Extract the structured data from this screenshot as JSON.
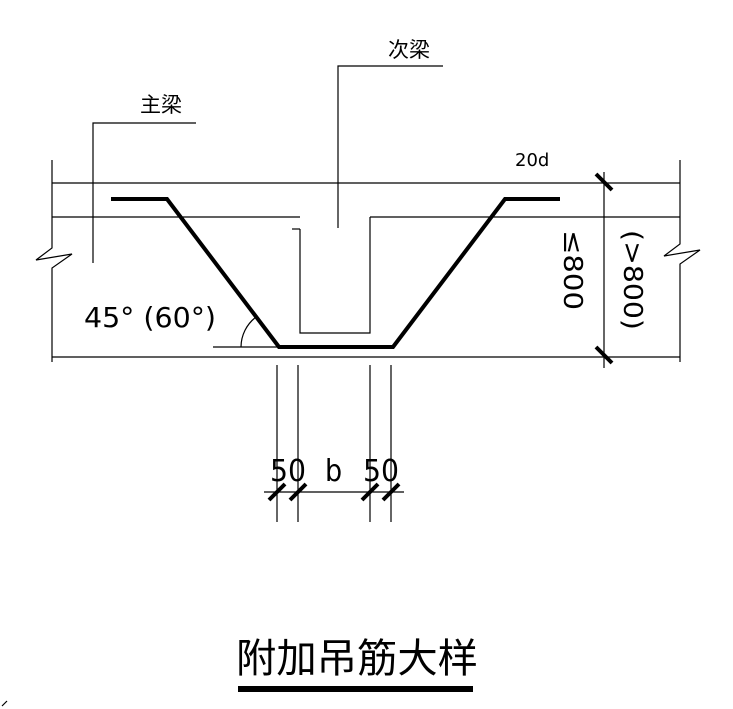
{
  "labels": {
    "main_beam": "主梁",
    "secondary_beam": "次梁",
    "anchor_length": "20d",
    "angle": "45° (60°)",
    "depth_small": "≤800",
    "depth_large": "(>800)",
    "dim_left": "50",
    "dim_width": "b",
    "dim_right": "50",
    "title": "附加吊筋大样"
  }
}
